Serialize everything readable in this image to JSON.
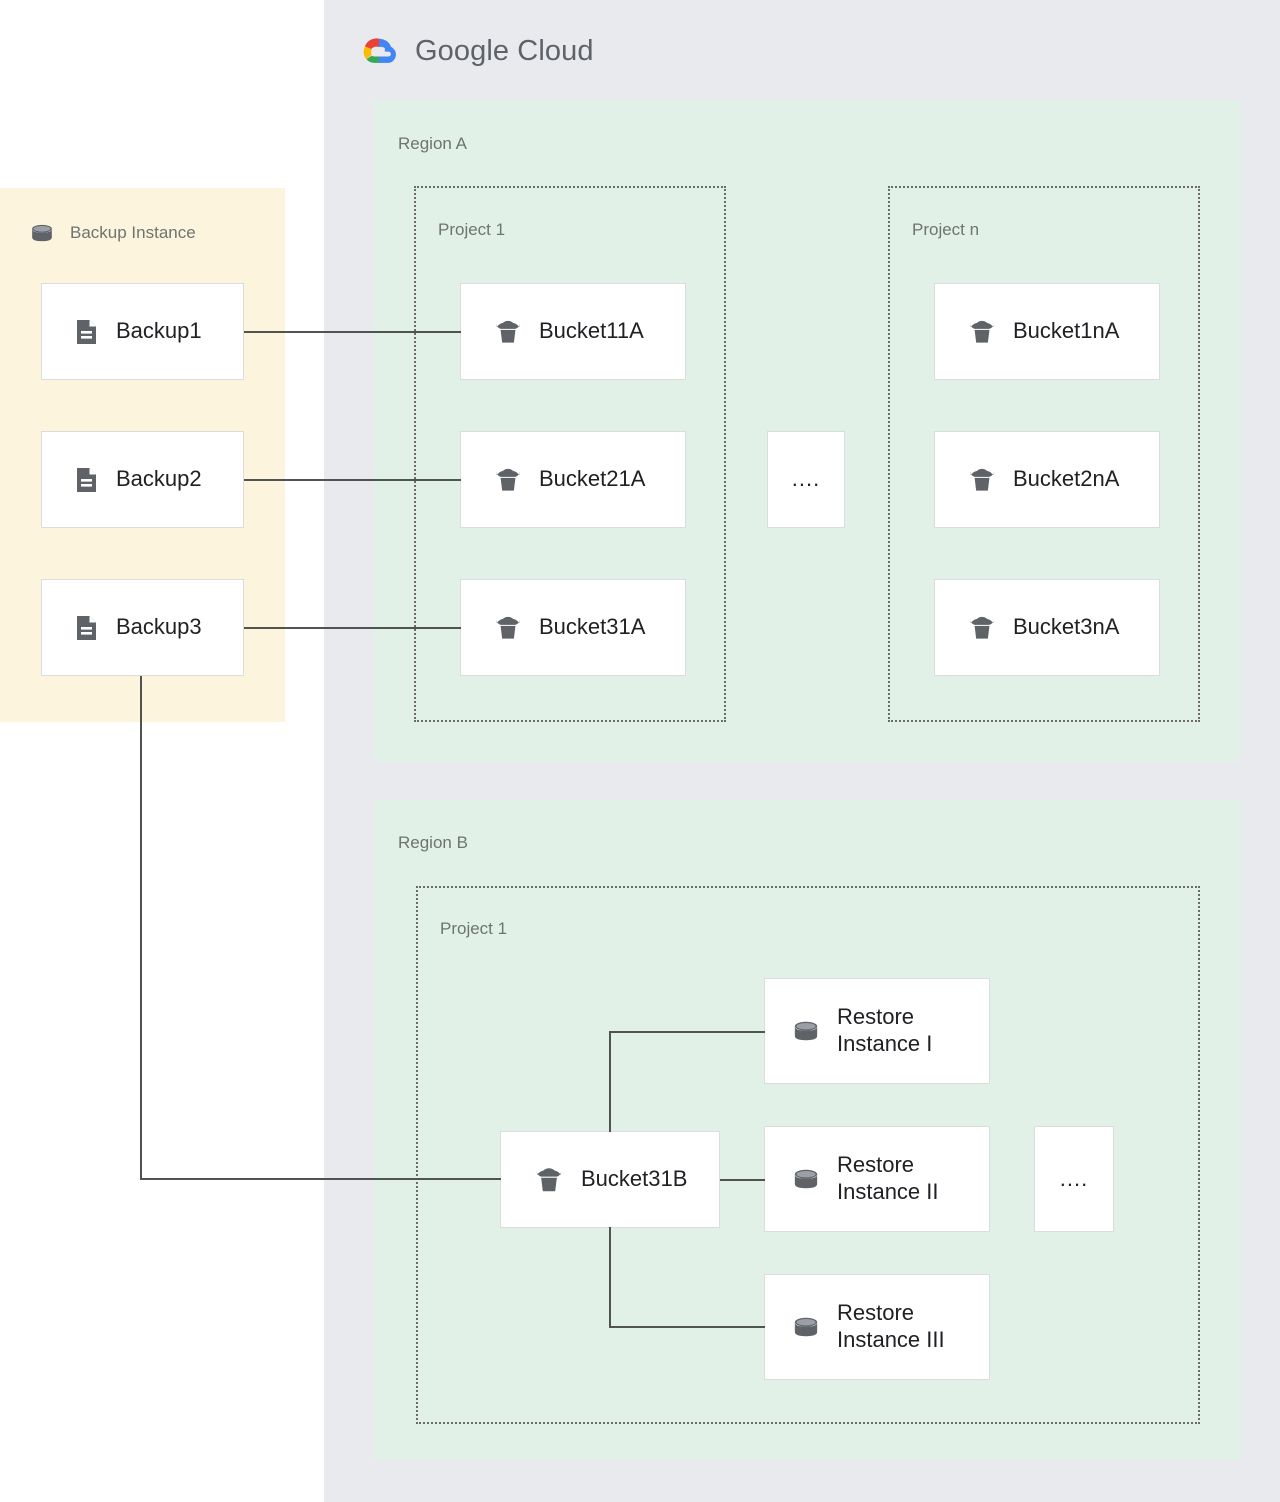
{
  "provider": {
    "name": "Google Cloud",
    "logo_icon": "google-cloud-logo-icon",
    "panel_color": "#E8EAED"
  },
  "backup_instance": {
    "title": "Backup Instance",
    "icon": "database-icon",
    "panel_color": "#FCF4DC",
    "backups": [
      {
        "label": "Backup1",
        "icon": "document-icon"
      },
      {
        "label": "Backup2",
        "icon": "document-icon"
      },
      {
        "label": "Backup3",
        "icon": "document-icon"
      }
    ]
  },
  "regions": [
    {
      "label": "Region A",
      "color": "#E2F1E8",
      "projects": [
        {
          "label": "Project 1",
          "buckets": [
            {
              "label": "Bucket11A",
              "icon": "bucket-icon"
            },
            {
              "label": "Bucket21A",
              "icon": "bucket-icon"
            },
            {
              "label": "Bucket31A",
              "icon": "bucket-icon"
            }
          ]
        },
        {
          "label": "Project n",
          "buckets": [
            {
              "label": "Bucket1nA",
              "icon": "bucket-icon"
            },
            {
              "label": "Bucket2nA",
              "icon": "bucket-icon"
            },
            {
              "label": "Bucket3nA",
              "icon": "bucket-icon"
            }
          ]
        }
      ],
      "ellipsis": "...."
    },
    {
      "label": "Region B",
      "color": "#E2F1E8",
      "projects": [
        {
          "label": "Project 1",
          "buckets": [
            {
              "label": "Bucket31B",
              "icon": "bucket-icon"
            }
          ],
          "restore_instances": [
            {
              "label": "Restore\nInstance I",
              "icon": "database-icon"
            },
            {
              "label": "Restore\nInstance II",
              "icon": "database-icon"
            },
            {
              "label": "Restore\nInstance III",
              "icon": "database-icon"
            }
          ]
        }
      ],
      "ellipsis": "...."
    }
  ],
  "colors": {
    "connector": "#4F5451",
    "card_border": "#DADCE0",
    "icon_fill": "#5F6368",
    "label_text": "#6d7471",
    "card_text": "#202124"
  }
}
